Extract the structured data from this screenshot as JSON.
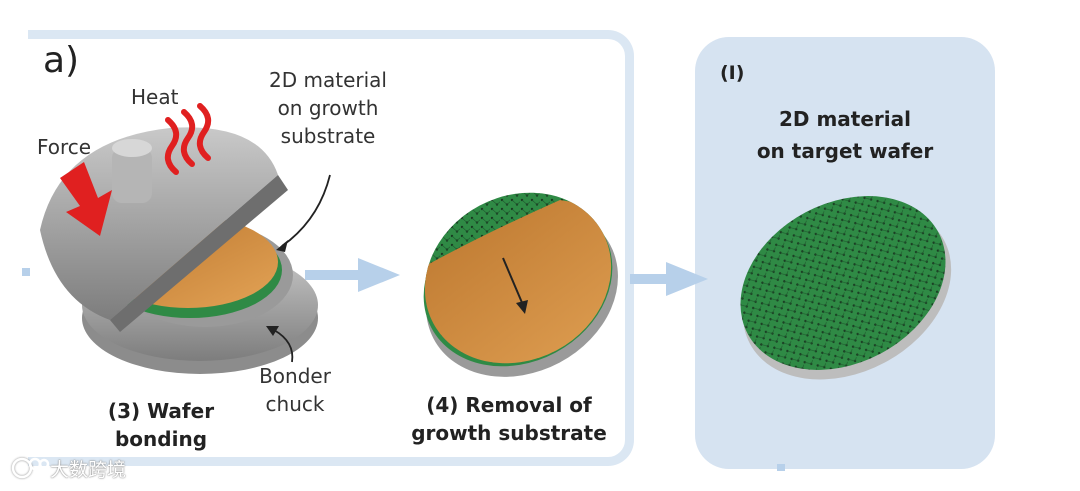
{
  "figure_label": "a)",
  "left_panel": {
    "heat_label": "Heat",
    "force_label": "Force",
    "material_label": "2D material\non growth\nsubstrate",
    "chuck_label": "Bonder\nchuck",
    "step3_label": "(3) Wafer\nbonding",
    "step4_label": "(4) Removal of\ngrowth substrate"
  },
  "right_panel": {
    "tag": "(I)",
    "title": "2D material\non target wafer"
  },
  "watermark": {
    "text": "大数跨境"
  },
  "colors": {
    "panel_blue": "#d6e3f1",
    "arrow_blue": "#b7d0ea",
    "graphene_green": "#2f8a45",
    "substrate_orange": "#d08a3a",
    "force_red": "#e02020",
    "chuck_gray": "#a9a9a9"
  }
}
